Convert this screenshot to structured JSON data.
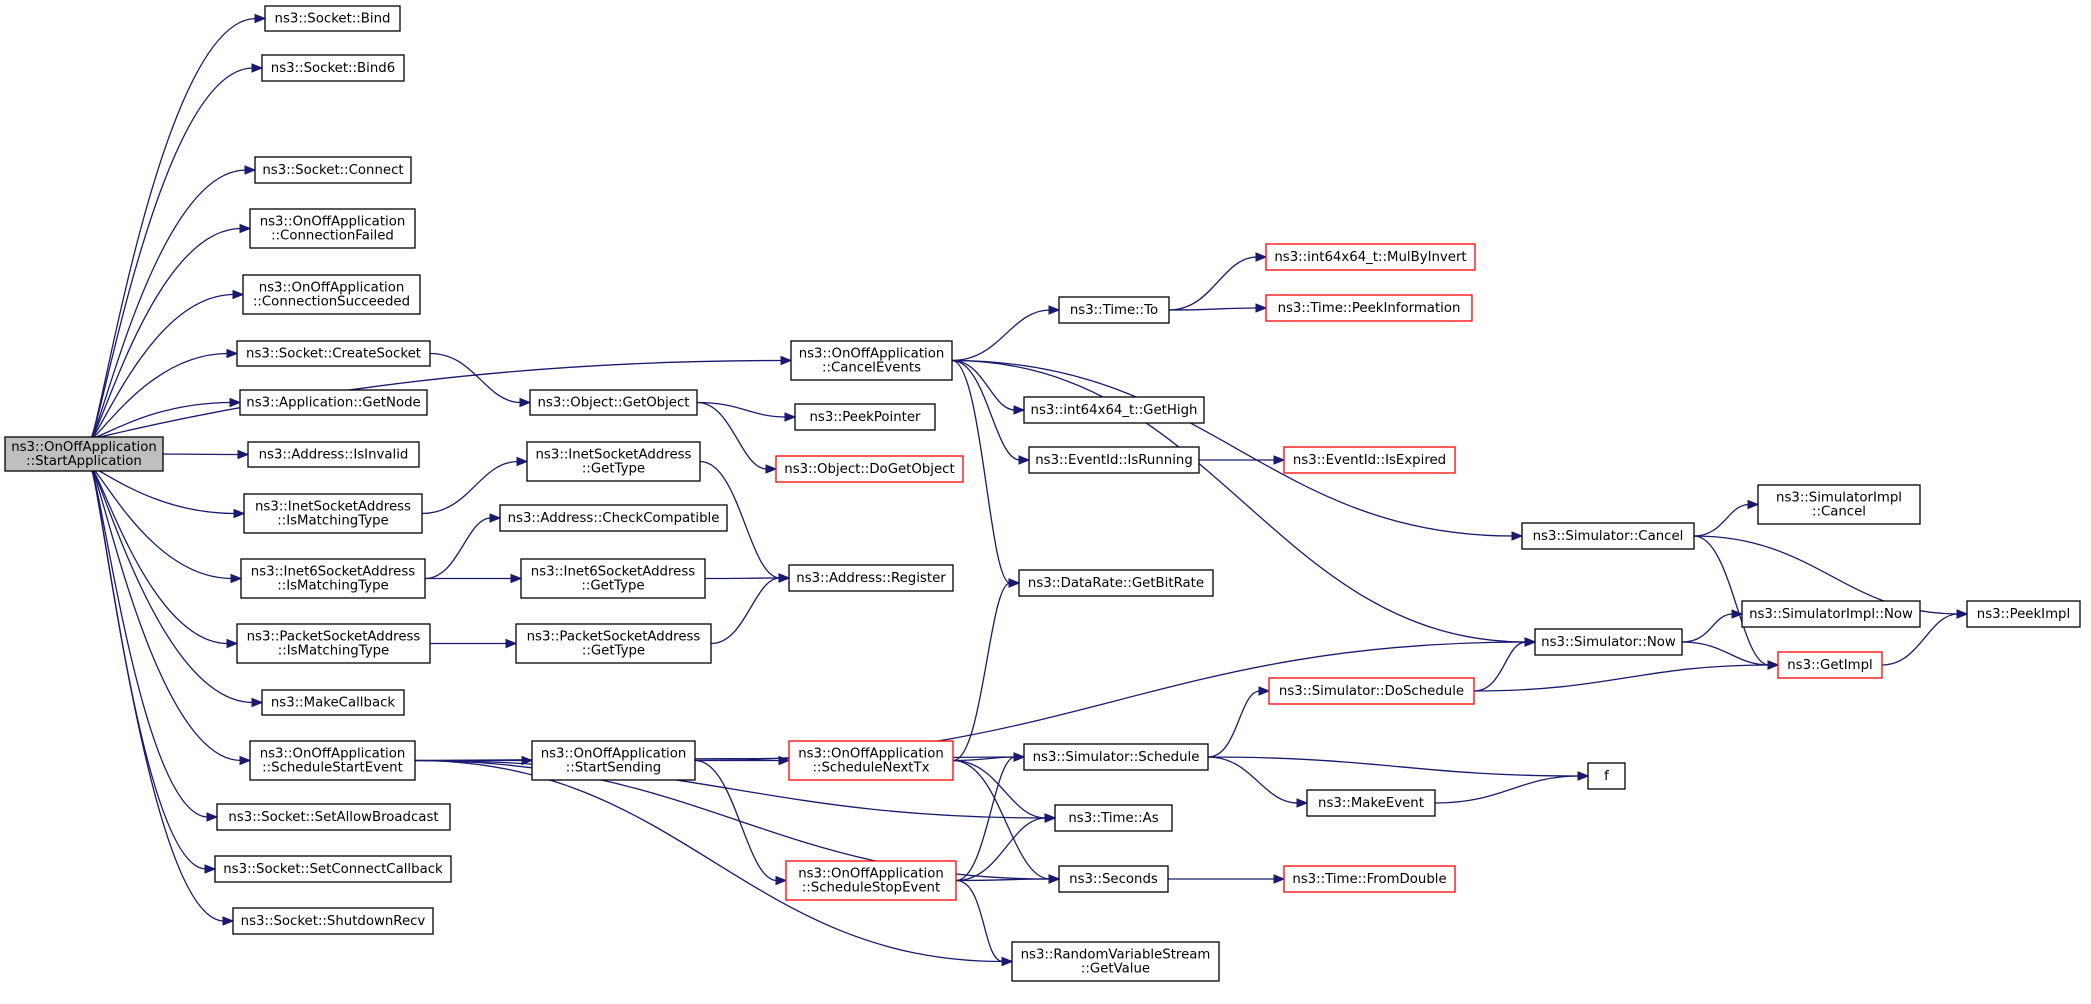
{
  "nodes": [
    {
      "id": "start",
      "lines": [
        "ns3::OnOffApplication",
        "::StartApplication"
      ],
      "style": "root"
    },
    {
      "id": "bind",
      "lines": [
        "ns3::Socket::Bind"
      ],
      "style": "normal"
    },
    {
      "id": "bind6",
      "lines": [
        "ns3::Socket::Bind6"
      ],
      "style": "normal"
    },
    {
      "id": "connect",
      "lines": [
        "ns3::Socket::Connect"
      ],
      "style": "normal"
    },
    {
      "id": "connfailed",
      "lines": [
        "ns3::OnOffApplication",
        "::ConnectionFailed"
      ],
      "style": "normal"
    },
    {
      "id": "connsucc",
      "lines": [
        "ns3::OnOffApplication",
        "::ConnectionSucceeded"
      ],
      "style": "normal"
    },
    {
      "id": "createsock",
      "lines": [
        "ns3::Socket::CreateSocket"
      ],
      "style": "normal"
    },
    {
      "id": "getnode",
      "lines": [
        "ns3::Application::GetNode"
      ],
      "style": "normal"
    },
    {
      "id": "isinvalid",
      "lines": [
        "ns3::Address::IsInvalid"
      ],
      "style": "normal"
    },
    {
      "id": "inetmatch",
      "lines": [
        "ns3::InetSocketAddress",
        "::IsMatchingType"
      ],
      "style": "normal"
    },
    {
      "id": "inet6match",
      "lines": [
        "ns3::Inet6SocketAddress",
        "::IsMatchingType"
      ],
      "style": "normal"
    },
    {
      "id": "pktmatch",
      "lines": [
        "ns3::PacketSocketAddress",
        "::IsMatchingType"
      ],
      "style": "normal"
    },
    {
      "id": "makecb",
      "lines": [
        "ns3::MakeCallback"
      ],
      "style": "normal"
    },
    {
      "id": "schedstart",
      "lines": [
        "ns3::OnOffApplication",
        "::ScheduleStartEvent"
      ],
      "style": "normal"
    },
    {
      "id": "setbcast",
      "lines": [
        "ns3::Socket::SetAllowBroadcast"
      ],
      "style": "normal"
    },
    {
      "id": "setconncb",
      "lines": [
        "ns3::Socket::SetConnectCallback"
      ],
      "style": "normal"
    },
    {
      "id": "shutdown",
      "lines": [
        "ns3::Socket::ShutdownRecv"
      ],
      "style": "normal"
    },
    {
      "id": "getobject",
      "lines": [
        "ns3::Object::GetObject"
      ],
      "style": "normal"
    },
    {
      "id": "peekptr",
      "lines": [
        "ns3::PeekPointer"
      ],
      "style": "normal"
    },
    {
      "id": "dogetobj",
      "lines": [
        "ns3::Object::DoGetObject"
      ],
      "style": "red"
    },
    {
      "id": "inetgettype",
      "lines": [
        "ns3::InetSocketAddress",
        "::GetType"
      ],
      "style": "normal"
    },
    {
      "id": "checkcompat",
      "lines": [
        "ns3::Address::CheckCompatible"
      ],
      "style": "normal"
    },
    {
      "id": "inet6gettype",
      "lines": [
        "ns3::Inet6SocketAddress",
        "::GetType"
      ],
      "style": "normal"
    },
    {
      "id": "pktgettype",
      "lines": [
        "ns3::PacketSocketAddress",
        "::GetType"
      ],
      "style": "normal"
    },
    {
      "id": "register",
      "lines": [
        "ns3::Address::Register"
      ],
      "style": "normal"
    },
    {
      "id": "startsending",
      "lines": [
        "ns3::OnOffApplication",
        "::StartSending"
      ],
      "style": "normal"
    },
    {
      "id": "cancelevents",
      "lines": [
        "ns3::OnOffApplication",
        "::CancelEvents"
      ],
      "style": "normal"
    },
    {
      "id": "timeto",
      "lines": [
        "ns3::Time::To"
      ],
      "style": "normal"
    },
    {
      "id": "mulbyinv",
      "lines": [
        "ns3::int64x64_t::MulByInvert"
      ],
      "style": "red"
    },
    {
      "id": "peekinfo",
      "lines": [
        "ns3::Time::PeekInformation"
      ],
      "style": "red"
    },
    {
      "id": "gethigh",
      "lines": [
        "ns3::int64x64_t::GetHigh"
      ],
      "style": "normal"
    },
    {
      "id": "isrunning",
      "lines": [
        "ns3::EventId::IsRunning"
      ],
      "style": "normal"
    },
    {
      "id": "isexpired",
      "lines": [
        "ns3::EventId::IsExpired"
      ],
      "style": "red"
    },
    {
      "id": "getbitrate",
      "lines": [
        "ns3::DataRate::GetBitRate"
      ],
      "style": "normal"
    },
    {
      "id": "schednexttx",
      "lines": [
        "ns3::OnOffApplication",
        "::ScheduleNextTx"
      ],
      "style": "red"
    },
    {
      "id": "schedstop",
      "lines": [
        "ns3::OnOffApplication",
        "::ScheduleStopEvent"
      ],
      "style": "red"
    },
    {
      "id": "simschedule",
      "lines": [
        "ns3::Simulator::Schedule"
      ],
      "style": "normal"
    },
    {
      "id": "timeas",
      "lines": [
        "ns3::Time::As"
      ],
      "style": "normal"
    },
    {
      "id": "seconds",
      "lines": [
        "ns3::Seconds"
      ],
      "style": "normal"
    },
    {
      "id": "getvalue",
      "lines": [
        "ns3::RandomVariableStream",
        "::GetValue"
      ],
      "style": "normal"
    },
    {
      "id": "simcancel",
      "lines": [
        "ns3::Simulator::Cancel"
      ],
      "style": "normal"
    },
    {
      "id": "simimplcancel",
      "lines": [
        "ns3::SimulatorImpl",
        "::Cancel"
      ],
      "style": "normal"
    },
    {
      "id": "simnow",
      "lines": [
        "ns3::Simulator::Now"
      ],
      "style": "normal"
    },
    {
      "id": "simimplnow",
      "lines": [
        "ns3::SimulatorImpl::Now"
      ],
      "style": "normal"
    },
    {
      "id": "getimpl",
      "lines": [
        "ns3::GetImpl"
      ],
      "style": "red"
    },
    {
      "id": "peekimpl",
      "lines": [
        "ns3::PeekImpl"
      ],
      "style": "normal"
    },
    {
      "id": "doschedule",
      "lines": [
        "ns3::Simulator::DoSchedule"
      ],
      "style": "red"
    },
    {
      "id": "makeevent",
      "lines": [
        "ns3::MakeEvent"
      ],
      "style": "normal"
    },
    {
      "id": "timefromdouble",
      "lines": [
        "ns3::Time::FromDouble"
      ],
      "style": "red"
    },
    {
      "id": "f",
      "lines": [
        "f"
      ],
      "style": "normal"
    }
  ],
  "edges": [
    [
      "start",
      "bind"
    ],
    [
      "start",
      "bind6"
    ],
    [
      "start",
      "cancelevents"
    ],
    [
      "start",
      "connect"
    ],
    [
      "start",
      "connfailed"
    ],
    [
      "start",
      "connsucc"
    ],
    [
      "start",
      "createsock"
    ],
    [
      "start",
      "getnode"
    ],
    [
      "start",
      "isinvalid"
    ],
    [
      "start",
      "inetmatch"
    ],
    [
      "start",
      "inet6match"
    ],
    [
      "start",
      "pktmatch"
    ],
    [
      "start",
      "makecb"
    ],
    [
      "start",
      "schedstart"
    ],
    [
      "start",
      "setbcast"
    ],
    [
      "start",
      "setconncb"
    ],
    [
      "start",
      "shutdown"
    ],
    [
      "createsock",
      "getobject"
    ],
    [
      "getobject",
      "peekptr"
    ],
    [
      "getobject",
      "dogetobj"
    ],
    [
      "inetmatch",
      "inetgettype"
    ],
    [
      "inet6match",
      "checkcompat"
    ],
    [
      "inet6match",
      "inet6gettype"
    ],
    [
      "pktmatch",
      "pktgettype"
    ],
    [
      "inetgettype",
      "register"
    ],
    [
      "inet6gettype",
      "register"
    ],
    [
      "pktgettype",
      "register"
    ],
    [
      "cancelevents",
      "timeto"
    ],
    [
      "cancelevents",
      "gethigh"
    ],
    [
      "cancelevents",
      "isrunning"
    ],
    [
      "cancelevents",
      "getbitrate"
    ],
    [
      "cancelevents",
      "simcancel"
    ],
    [
      "cancelevents",
      "simnow"
    ],
    [
      "timeto",
      "mulbyinv"
    ],
    [
      "timeto",
      "peekinfo"
    ],
    [
      "isrunning",
      "isexpired"
    ],
    [
      "schedstart",
      "startsending"
    ],
    [
      "schedstart",
      "simschedule"
    ],
    [
      "schedstart",
      "timeas"
    ],
    [
      "schedstart",
      "seconds"
    ],
    [
      "schedstart",
      "getvalue"
    ],
    [
      "startsending",
      "schednexttx"
    ],
    [
      "startsending",
      "schedstop"
    ],
    [
      "startsending",
      "simnow"
    ],
    [
      "schednexttx",
      "getbitrate"
    ],
    [
      "schednexttx",
      "simschedule"
    ],
    [
      "schednexttx",
      "timeas"
    ],
    [
      "schednexttx",
      "seconds"
    ],
    [
      "schedstop",
      "simschedule"
    ],
    [
      "schedstop",
      "timeas"
    ],
    [
      "schedstop",
      "seconds"
    ],
    [
      "schedstop",
      "getvalue"
    ],
    [
      "simschedule",
      "doschedule"
    ],
    [
      "simschedule",
      "makeevent"
    ],
    [
      "simschedule",
      "f"
    ],
    [
      "seconds",
      "timefromdouble"
    ],
    [
      "makeevent",
      "f"
    ],
    [
      "doschedule",
      "simnow"
    ],
    [
      "doschedule",
      "getimpl"
    ],
    [
      "simcancel",
      "simimplcancel"
    ],
    [
      "simcancel",
      "getimpl"
    ],
    [
      "simcancel",
      "peekimpl"
    ],
    [
      "simnow",
      "simimplnow"
    ],
    [
      "simnow",
      "getimpl"
    ],
    [
      "getimpl",
      "peekimpl"
    ]
  ]
}
